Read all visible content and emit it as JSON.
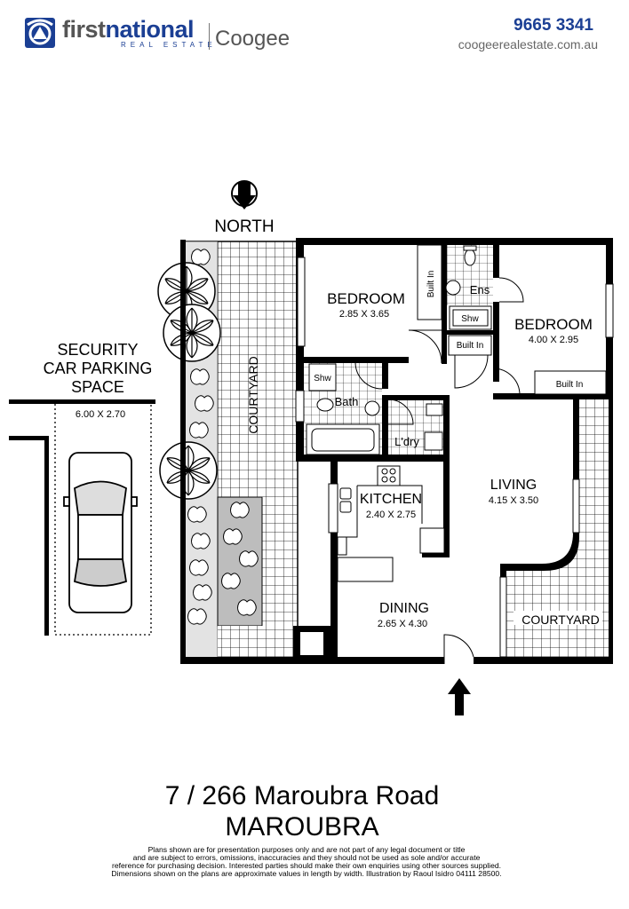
{
  "header": {
    "brand_first": "first",
    "brand_second": "national",
    "brand_sub": "REAL ESTATE",
    "office": "Coogee",
    "phone": "9665 3341",
    "website": "coogeerealestate.com.au",
    "brand_color": "#1b3f94"
  },
  "compass": {
    "label": "NORTH"
  },
  "parking": {
    "line1": "SECURITY",
    "line2": "CAR PARKING",
    "line3": "SPACE",
    "dims": "6.00 X 2.70"
  },
  "rooms": {
    "bedroom1": {
      "name": "BEDROOM",
      "dims": "2.85 X 3.65"
    },
    "bedroom2": {
      "name": "BEDROOM",
      "dims": "4.00 X 2.95"
    },
    "ensuite": "Ens",
    "ens_shower": "Shw",
    "builtin_bed1": "Built In",
    "builtin_hall": "Built In",
    "builtin_bed2": "Built In",
    "bath": "Bath",
    "bath_shower": "Shw",
    "laundry": "L'dry",
    "kitchen": {
      "name": "KITCHEN",
      "dims": "2.40 X 2.75"
    },
    "living": {
      "name": "LIVING",
      "dims": "4.15 X 3.50"
    },
    "dining": {
      "name": "DINING",
      "dims": "2.65 X 4.30"
    },
    "courtyard_left": "COURTYARD",
    "courtyard_right": "COURTYARD"
  },
  "address": {
    "line1": "7 / 266  Maroubra Road",
    "line2": "MAROUBRA"
  },
  "disclaimer": [
    "Plans shown are for presentation purposes only and are not part of any legal document or title",
    "and are subject to errors, omissions, inaccuracies and they should not be used as sole and/or accurate",
    "reference for purchasing decision. Interested parties should make their own enquiries using other sources supplied.",
    "Dimensions shown on the plans are approximate values in length by width. Illustration by Raoul Isidro  04111 28500."
  ]
}
